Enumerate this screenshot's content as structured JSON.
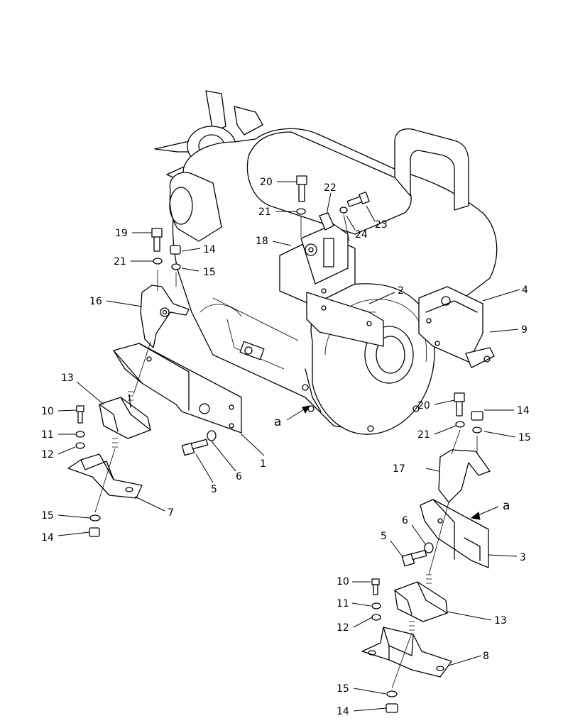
{
  "diagram": {
    "callouts": [
      {
        "id": "c1",
        "text": "1"
      },
      {
        "id": "c2",
        "text": "2"
      },
      {
        "id": "c3",
        "text": "3"
      },
      {
        "id": "c4",
        "text": "4"
      },
      {
        "id": "c5a",
        "text": "5"
      },
      {
        "id": "c5b",
        "text": "5"
      },
      {
        "id": "c6a",
        "text": "6"
      },
      {
        "id": "c6b",
        "text": "6"
      },
      {
        "id": "c7",
        "text": "7"
      },
      {
        "id": "c8",
        "text": "8"
      },
      {
        "id": "c9",
        "text": "9"
      },
      {
        "id": "c10a",
        "text": "10"
      },
      {
        "id": "c10b",
        "text": "10"
      },
      {
        "id": "c11a",
        "text": "11"
      },
      {
        "id": "c11b",
        "text": "11"
      },
      {
        "id": "c12a",
        "text": "12"
      },
      {
        "id": "c12b",
        "text": "12"
      },
      {
        "id": "c13a",
        "text": "13"
      },
      {
        "id": "c13b",
        "text": "13"
      },
      {
        "id": "c14a",
        "text": "14"
      },
      {
        "id": "c14b",
        "text": "14"
      },
      {
        "id": "c14c",
        "text": "14"
      },
      {
        "id": "c14d",
        "text": "14"
      },
      {
        "id": "c15a",
        "text": "15"
      },
      {
        "id": "c15b",
        "text": "15"
      },
      {
        "id": "c15c",
        "text": "15"
      },
      {
        "id": "c15d",
        "text": "15"
      },
      {
        "id": "c16",
        "text": "16"
      },
      {
        "id": "c17",
        "text": "17"
      },
      {
        "id": "c18",
        "text": "18"
      },
      {
        "id": "c19",
        "text": "19"
      },
      {
        "id": "c20a",
        "text": "20"
      },
      {
        "id": "c20b",
        "text": "20"
      },
      {
        "id": "c21a",
        "text": "21"
      },
      {
        "id": "c21b",
        "text": "21"
      },
      {
        "id": "c21c",
        "text": "21"
      },
      {
        "id": "c22",
        "text": "22"
      },
      {
        "id": "c23",
        "text": "23"
      },
      {
        "id": "c24",
        "text": "24"
      }
    ],
    "view_markers": [
      {
        "id": "a1",
        "text": "a"
      },
      {
        "id": "a2",
        "text": "a"
      }
    ]
  }
}
